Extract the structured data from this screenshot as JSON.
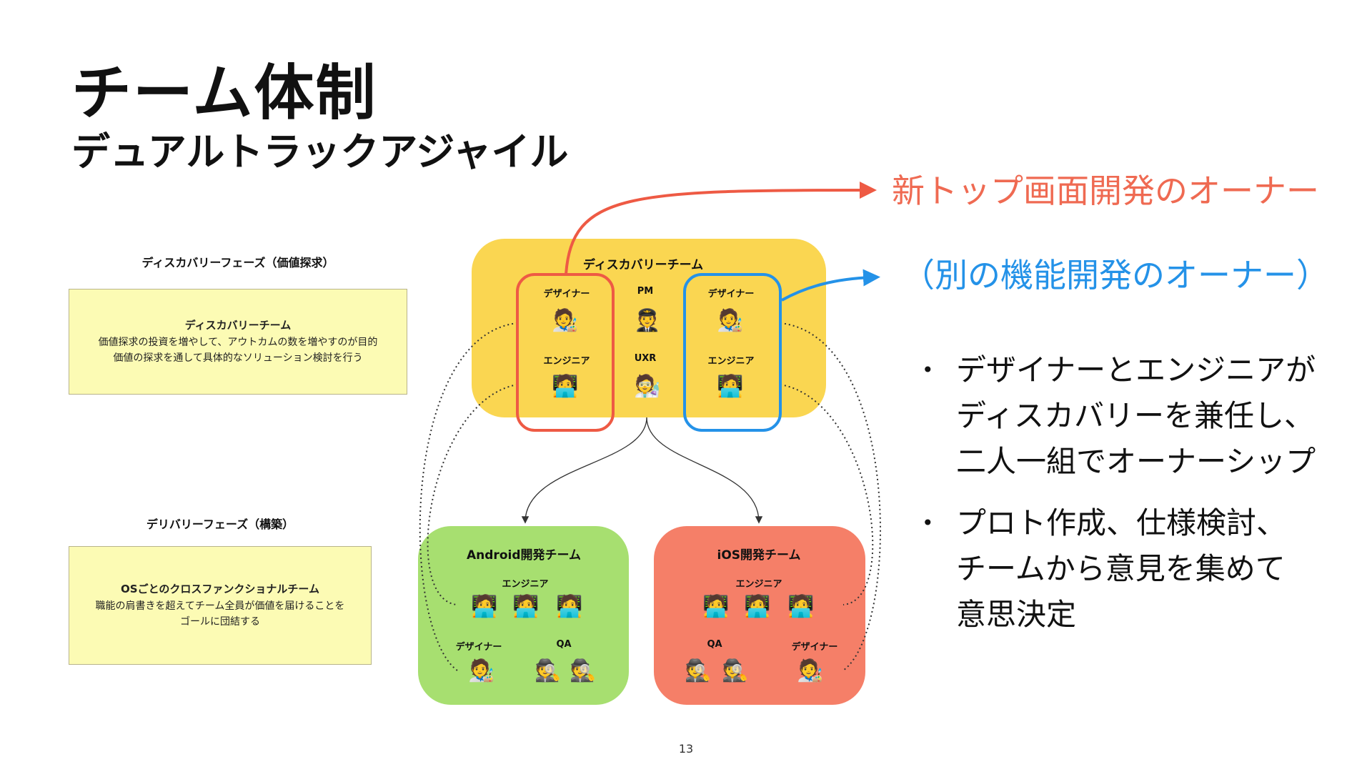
{
  "title": "チーム体制",
  "subtitle": "デュアルトラックアジャイル",
  "phases": {
    "discovery": {
      "label": "ディスカバリーフェーズ（価値探求）",
      "box_title": "ディスカバリーチーム",
      "box_line1": "価値探求の投資を増やして、アウトカムの数を増やすのが目的",
      "box_line2": "価値の探求を通して具体的なソリューション検討を行う"
    },
    "delivery": {
      "label": "デリバリーフェーズ（構築）",
      "box_title": "OSごとのクロスファンクショナルチーム",
      "box_line1": "職能の肩書きを超えてチーム全員が価値を届けることを",
      "box_line2": "ゴールに団結する"
    }
  },
  "teams": {
    "discovery": {
      "title": "ディスカバリーチーム",
      "roles": {
        "designer_left": "デザイナー",
        "pm": "PM",
        "designer_right": "デザイナー",
        "engineer_left": "エンジニア",
        "uxr": "UXR",
        "engineer_right": "エンジニア"
      }
    },
    "android": {
      "title": "Android開発チーム",
      "roles": {
        "engineer": "エンジニア",
        "designer": "デザイナー",
        "qa": "QA"
      }
    },
    "ios": {
      "title": "iOS開発チーム",
      "roles": {
        "engineer": "エンジニア",
        "qa": "QA",
        "designer": "デザイナー"
      }
    }
  },
  "people": {
    "designer": "🧑‍🎨",
    "pm": "🧑‍✈️",
    "engineer": "🧑‍💻",
    "uxr": "🧑‍🔬",
    "qa": "🕵️"
  },
  "callouts": {
    "red": "新トップ画面開発のオーナー",
    "blue": "（別の機能開発のオーナー）"
  },
  "bullets": [
    {
      "line1": "デザイナーとエンジニアが",
      "line2": "ディスカバリーを兼任し、",
      "line3": "二人一組でオーナーシップ"
    },
    {
      "line1": "プロト作成、仕様検討、",
      "line2": "チームから意見を集めて",
      "line3": "意思決定"
    }
  ],
  "page_number": "13",
  "colors": {
    "discovery_team": "#fad651",
    "android_team": "#a7df70",
    "ios_team": "#f57f68",
    "red_accent": "#ee5a44",
    "blue_accent": "#2492e8",
    "note_box": "#fcfbb4"
  }
}
